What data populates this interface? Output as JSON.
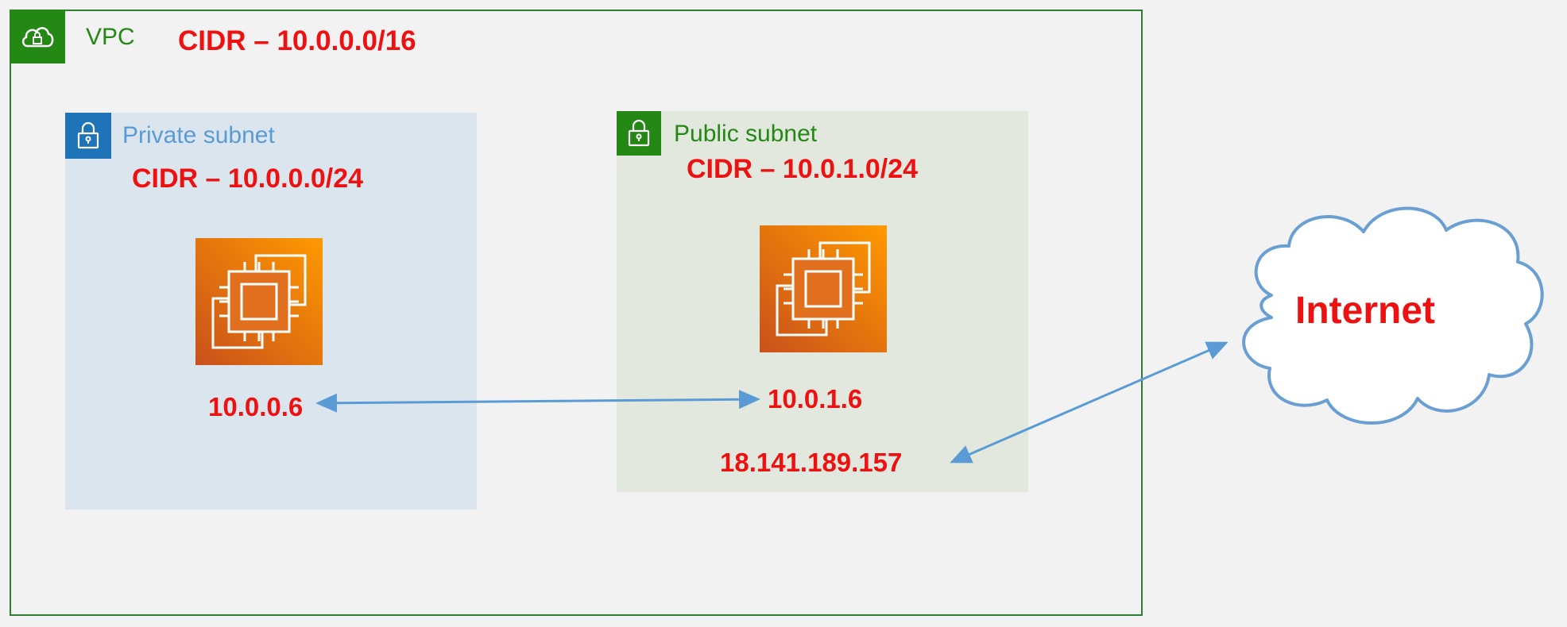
{
  "vpc": {
    "label": "VPC",
    "cidr": "CIDR – 10.0.0.0/16",
    "icon": "cloud-lock-icon"
  },
  "private_subnet": {
    "label": "Private subnet",
    "cidr": "CIDR – 10.0.0.0/24",
    "icon": "lock-icon",
    "instance_icon": "ec2-instance-icon",
    "ip": "10.0.0.6"
  },
  "public_subnet": {
    "label": "Public subnet",
    "cidr": "CIDR – 10.0.1.0/24",
    "icon": "lock-icon",
    "instance_icon": "ec2-instance-icon",
    "private_ip": "10.0.1.6",
    "public_ip": "18.141.189.157"
  },
  "internet": {
    "label": "Internet",
    "icon": "cloud-icon"
  },
  "colors": {
    "background": "#f2f2f2",
    "vpc_green": "#248814",
    "private_blue": "#1f73b7",
    "private_fill": "#dbe5ed",
    "public_fill": "#e2e8de",
    "text_red": "#ee1111",
    "arrow_blue": "#5b9bd5",
    "ec2_orange_dark": "#c8511b",
    "ec2_orange_light": "#ff9900"
  }
}
